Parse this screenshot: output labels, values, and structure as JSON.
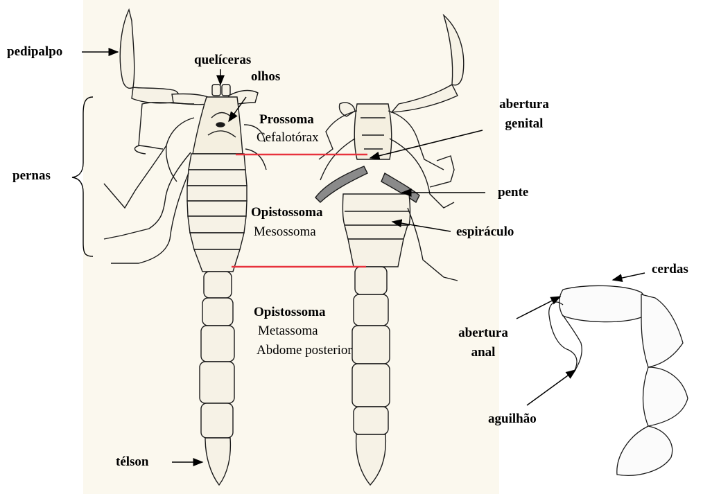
{
  "labels": {
    "pedipalpo": "pedipalpo",
    "queliceras": "quelíceras",
    "olhos": "olhos",
    "pernas": "pernas",
    "telson": "télson",
    "prossoma": "Prossoma",
    "cefalotorax": "Cefalotórax",
    "opistossoma_1": "Opistossoma",
    "mesossoma": "Mesossoma",
    "opistossoma_2": "Opistossoma",
    "metassoma": "Metassoma",
    "abdome_posterior": "Abdome posterior",
    "abertura_genital_1": "abertura",
    "abertura_genital_2": "genital",
    "pente": "pente",
    "espiraculo": "espiráculo",
    "cerdas": "cerdas",
    "abertura_anal_1": "abertura",
    "abertura_anal_2": "anal",
    "aguilhao": "aguilhão"
  },
  "colors": {
    "divider_line": "#e8323c",
    "ink": "#1a1a1a",
    "paper_tint": "#fbf8ee"
  }
}
